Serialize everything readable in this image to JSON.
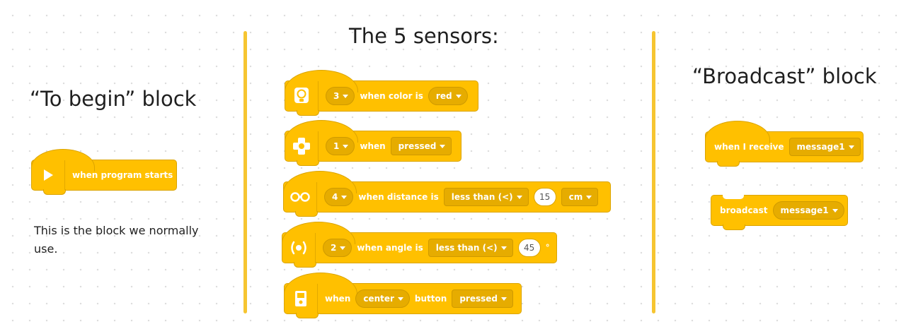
{
  "left_panel": {
    "heading": "“To begin” block",
    "note": "This is the block we normally use.",
    "block": {
      "label": "when program starts"
    }
  },
  "middle_panel": {
    "heading": "The 5 sensors:",
    "color_block": {
      "port": "3",
      "text": "when color is",
      "color": "red"
    },
    "force_block": {
      "port": "1",
      "text": "when",
      "state": "pressed"
    },
    "distance_block": {
      "port": "4",
      "text": "when distance is",
      "comparison": "less than (<)",
      "value": "15",
      "unit": "cm"
    },
    "angle_block": {
      "port": "2",
      "text": "when angle is",
      "comparison": "less than (<)",
      "value": "45",
      "unit": "°"
    },
    "button_block": {
      "text1": "when",
      "button": "center",
      "text2": "button",
      "state": "pressed"
    }
  },
  "right_panel": {
    "heading": "“Broadcast” block",
    "receive_block": {
      "text": "when I receive",
      "message": "message1"
    },
    "broadcast_block": {
      "text": "broadcast",
      "message": "message1"
    }
  },
  "colors": {
    "block_fill": "#ffc000",
    "block_border": "#dba400",
    "divider": "#f6c531"
  }
}
